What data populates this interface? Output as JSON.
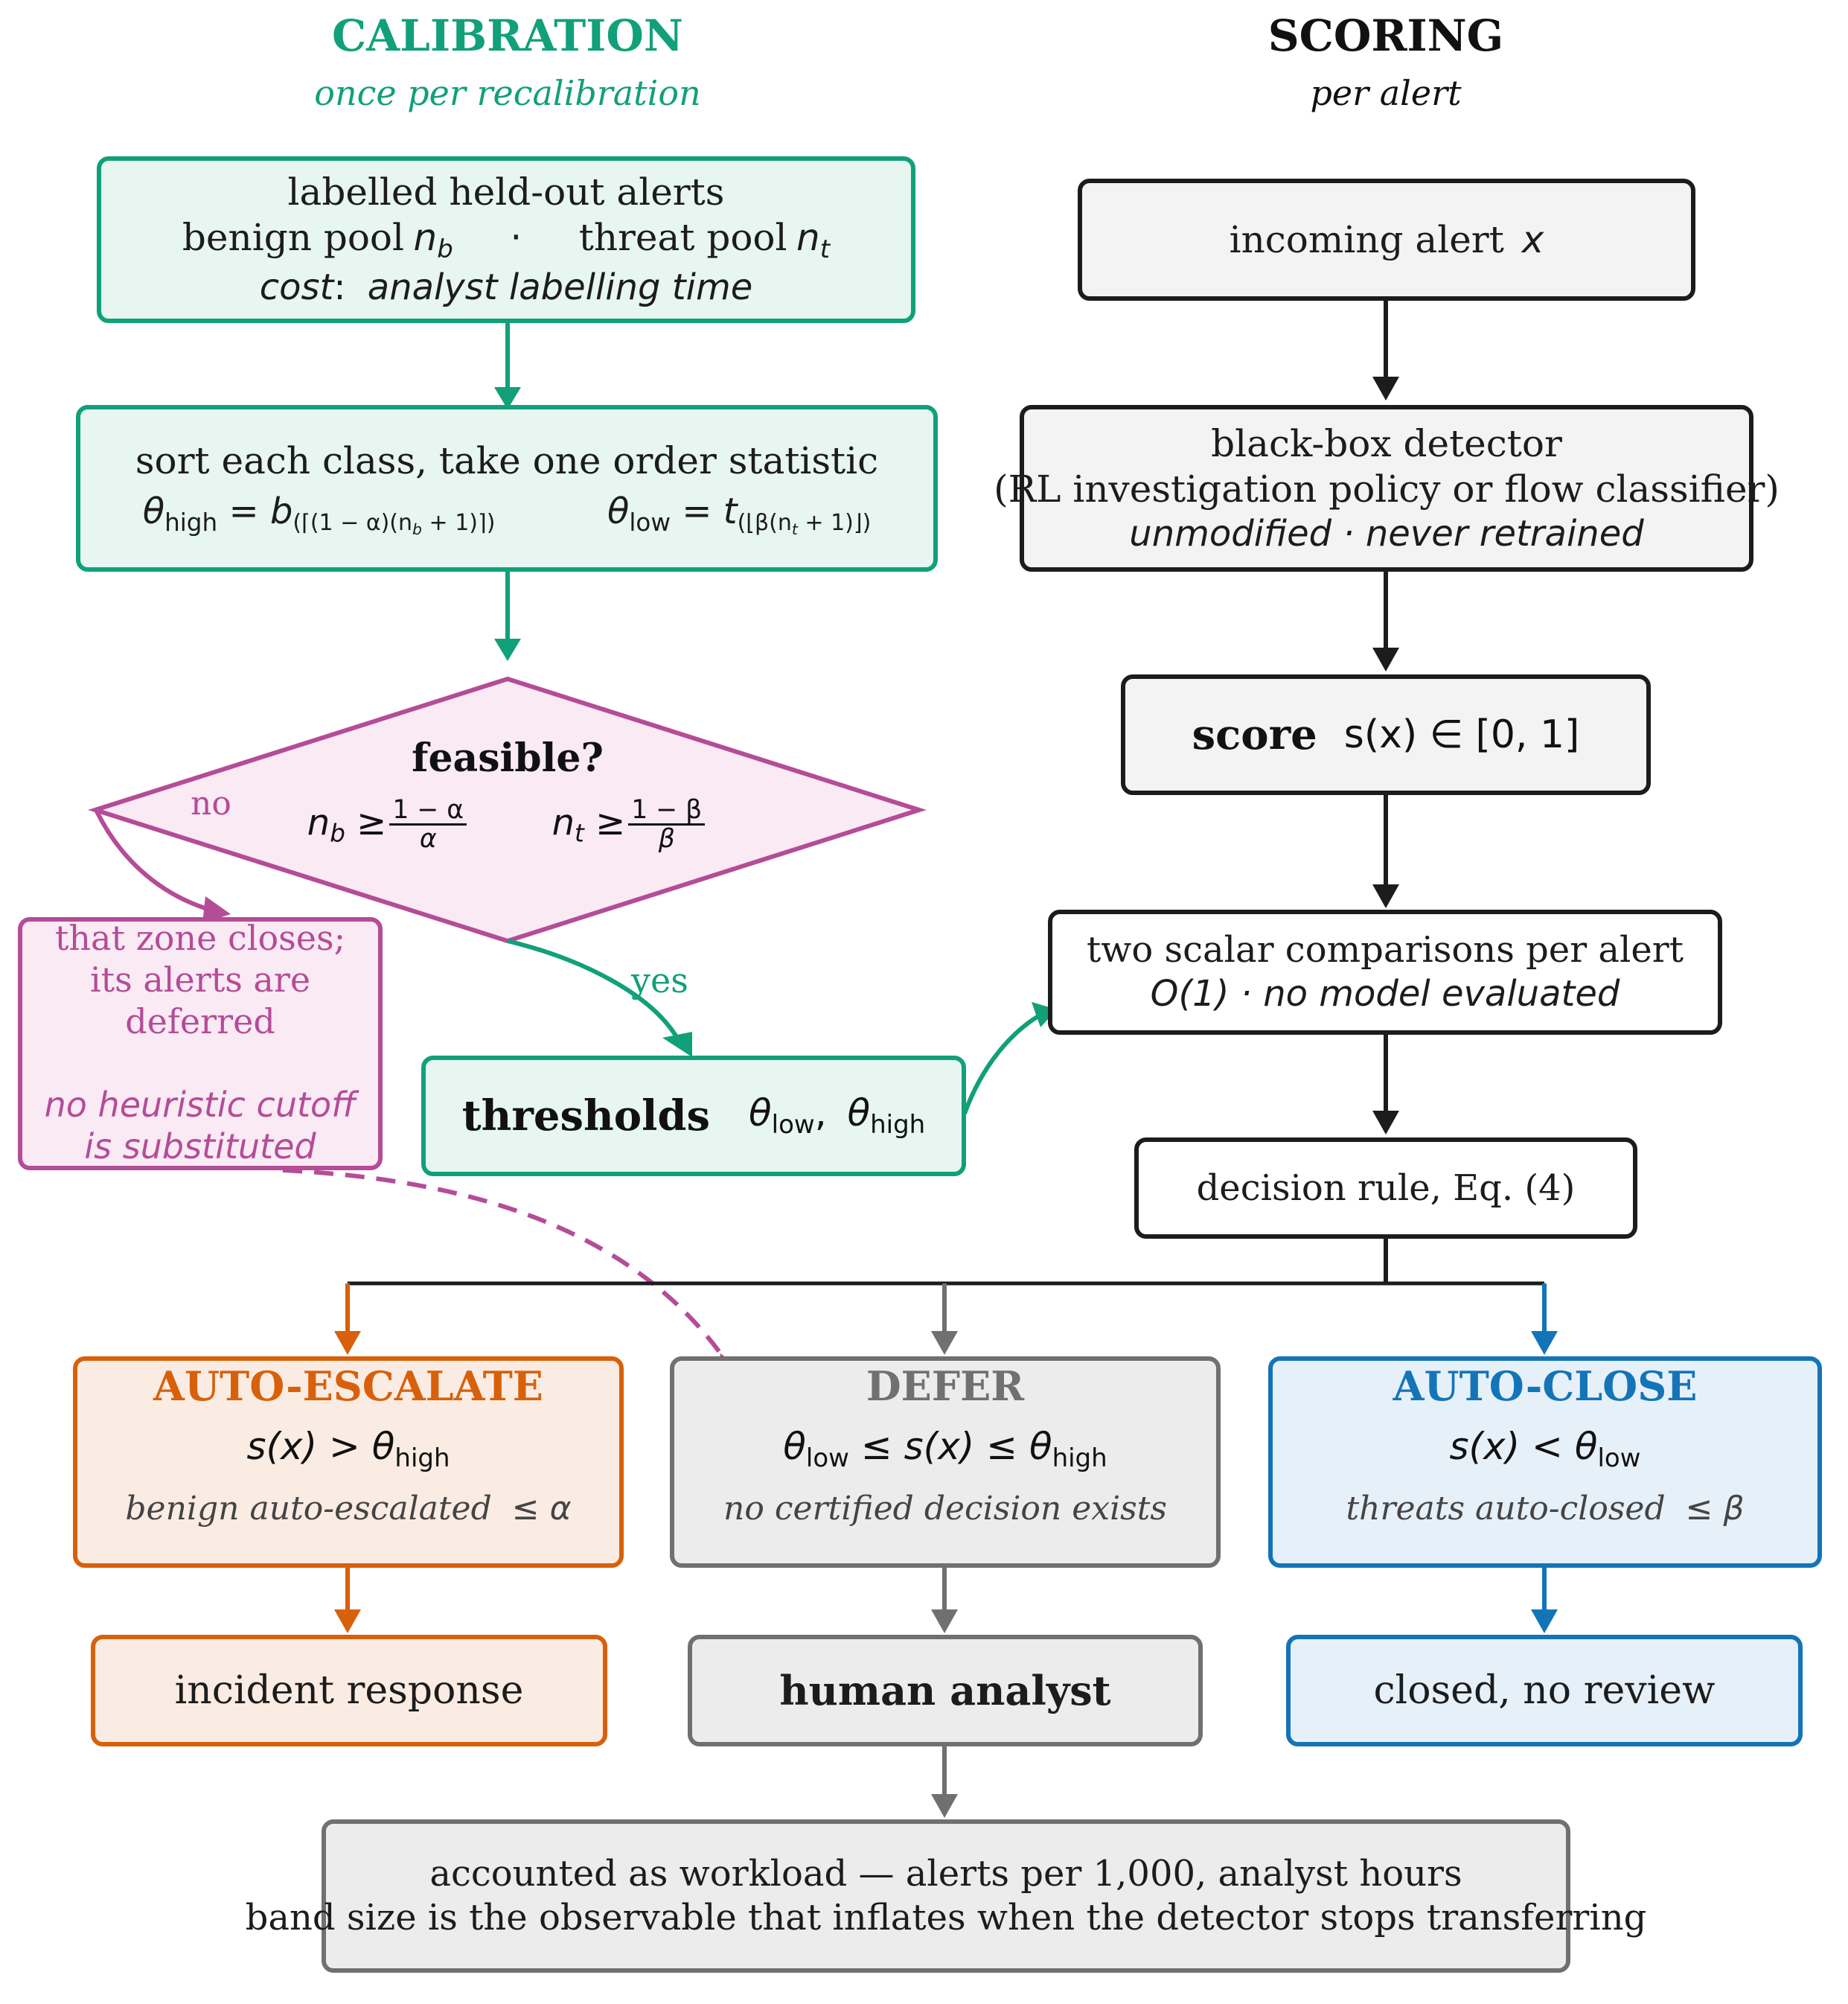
{
  "columns": {
    "calibration": {
      "title": "CALIBRATION",
      "subtitle": "once per recalibration"
    },
    "scoring": {
      "title": "SCORING",
      "subtitle": "per alert"
    }
  },
  "calibration": {
    "held_out": {
      "line1": "labelled held-out alerts",
      "benign_pool": "benign pool",
      "n_sym": "n",
      "b_sub": "b",
      "dot": "·",
      "threat_pool": "threat pool",
      "t_sub": "t",
      "cost_label": "cost",
      "colon": ":",
      "cost_value": "analyst labelling time"
    },
    "order_stat": {
      "line1": "sort each class, take one order statistic",
      "theta_high": "θ",
      "high_sub": "high",
      "high_expr": "= b",
      "high_index": "(⌈(1 − α)(n",
      "high_index_sub": "b",
      "high_index_end": " + 1)⌉)",
      "theta_low": "θ",
      "low_sub": "low",
      "low_expr": "= t",
      "low_index": "(⌊β(n",
      "low_index_sub": "t",
      "low_index_end": " + 1)⌋)"
    },
    "feasible": {
      "question": "feasible?",
      "nb": "n",
      "nb_sub": "b",
      "geq": "≥",
      "frac1_num": "1 − α",
      "frac1_den": "α",
      "nt": "n",
      "nt_sub": "t",
      "frac2_num": "1 − β",
      "frac2_den": "β"
    },
    "no_label": "no",
    "yes_label": "yes",
    "zone_closes": {
      "line1": "that zone closes;",
      "line2": "its alerts are",
      "line3": "deferred",
      "line4": "no heuristic cutoff",
      "line5": "is substituted"
    },
    "thresholds": {
      "label": "thresholds",
      "theta1": "θ",
      "low_sub": "low",
      "comma": ",",
      "theta2": "θ",
      "high_sub": "high"
    }
  },
  "scoring": {
    "incoming": {
      "label": "incoming alert",
      "var": "x"
    },
    "detector": {
      "line1": "black-box detector",
      "line2": "(RL investigation policy or flow classifier)",
      "line3": "unmodified · never retrained"
    },
    "score": {
      "label": "score",
      "expr": "s(x) ∈ [0, 1]"
    },
    "comparisons": {
      "line1": "two scalar comparisons per alert",
      "line2_o": "O(1)",
      "line2_rest": " · no model evaluated"
    },
    "decision": {
      "label": "decision rule, Eq. (4)"
    }
  },
  "outcomes": {
    "escalate": {
      "title": "AUTO-ESCALATE",
      "rule_a": "s(x) > θ",
      "rule_sub": "high",
      "note": "benign auto-escalated",
      "bound": "≤ α",
      "next": "incident response"
    },
    "defer": {
      "title": "DEFER",
      "rule_a": "θ",
      "rule_a_sub": "low",
      "rule_b": " ≤ s(x) ≤ θ",
      "rule_sub": "high",
      "note": "no certified decision exists",
      "next": "human analyst"
    },
    "close": {
      "title": "AUTO-CLOSE",
      "rule_a": "s(x) < θ",
      "rule_sub": "low",
      "note": "threats auto-closed",
      "bound": "≤ β",
      "next": "closed, no review"
    }
  },
  "workload": {
    "line1": "accounted as workload — alerts per 1,000, analyst hours",
    "line2": "band size is the observable that inflates when the detector stops transferring"
  },
  "colors": {
    "green": "#11a07a",
    "black": "#1c1c1c",
    "orange": "#d8600a",
    "gray": "#707070",
    "blue": "#1474b8",
    "magenta": "#b44c98"
  }
}
